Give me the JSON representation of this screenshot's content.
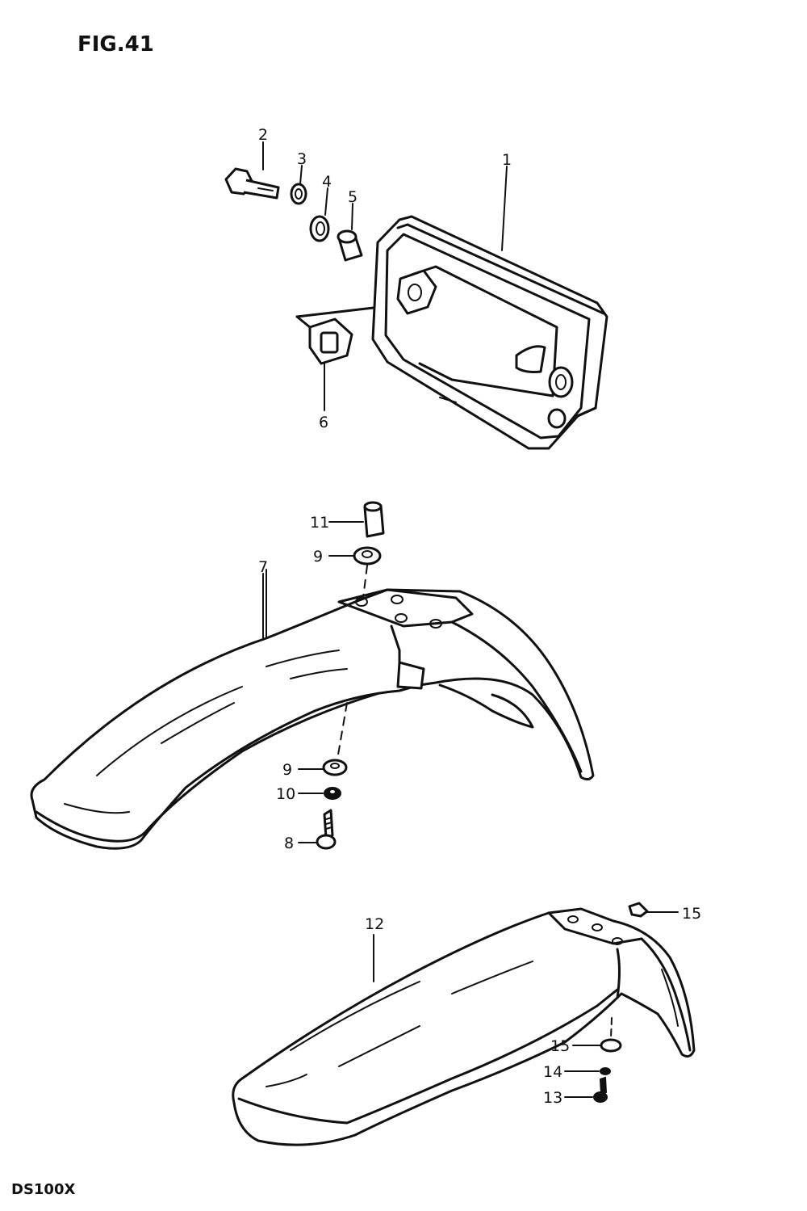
{
  "figure": {
    "title": "FIG.41",
    "model": "DS100X"
  },
  "callouts": {
    "c1": "1",
    "c2": "2",
    "c3": "3",
    "c4": "4",
    "c5": "5",
    "c6": "6",
    "c7": "7",
    "c8": "8",
    "c9a": "9",
    "c9b": "9",
    "c10": "10",
    "c11": "11",
    "c12": "12",
    "c13": "13",
    "c14": "14",
    "c15a": "15",
    "c15b": "15"
  }
}
